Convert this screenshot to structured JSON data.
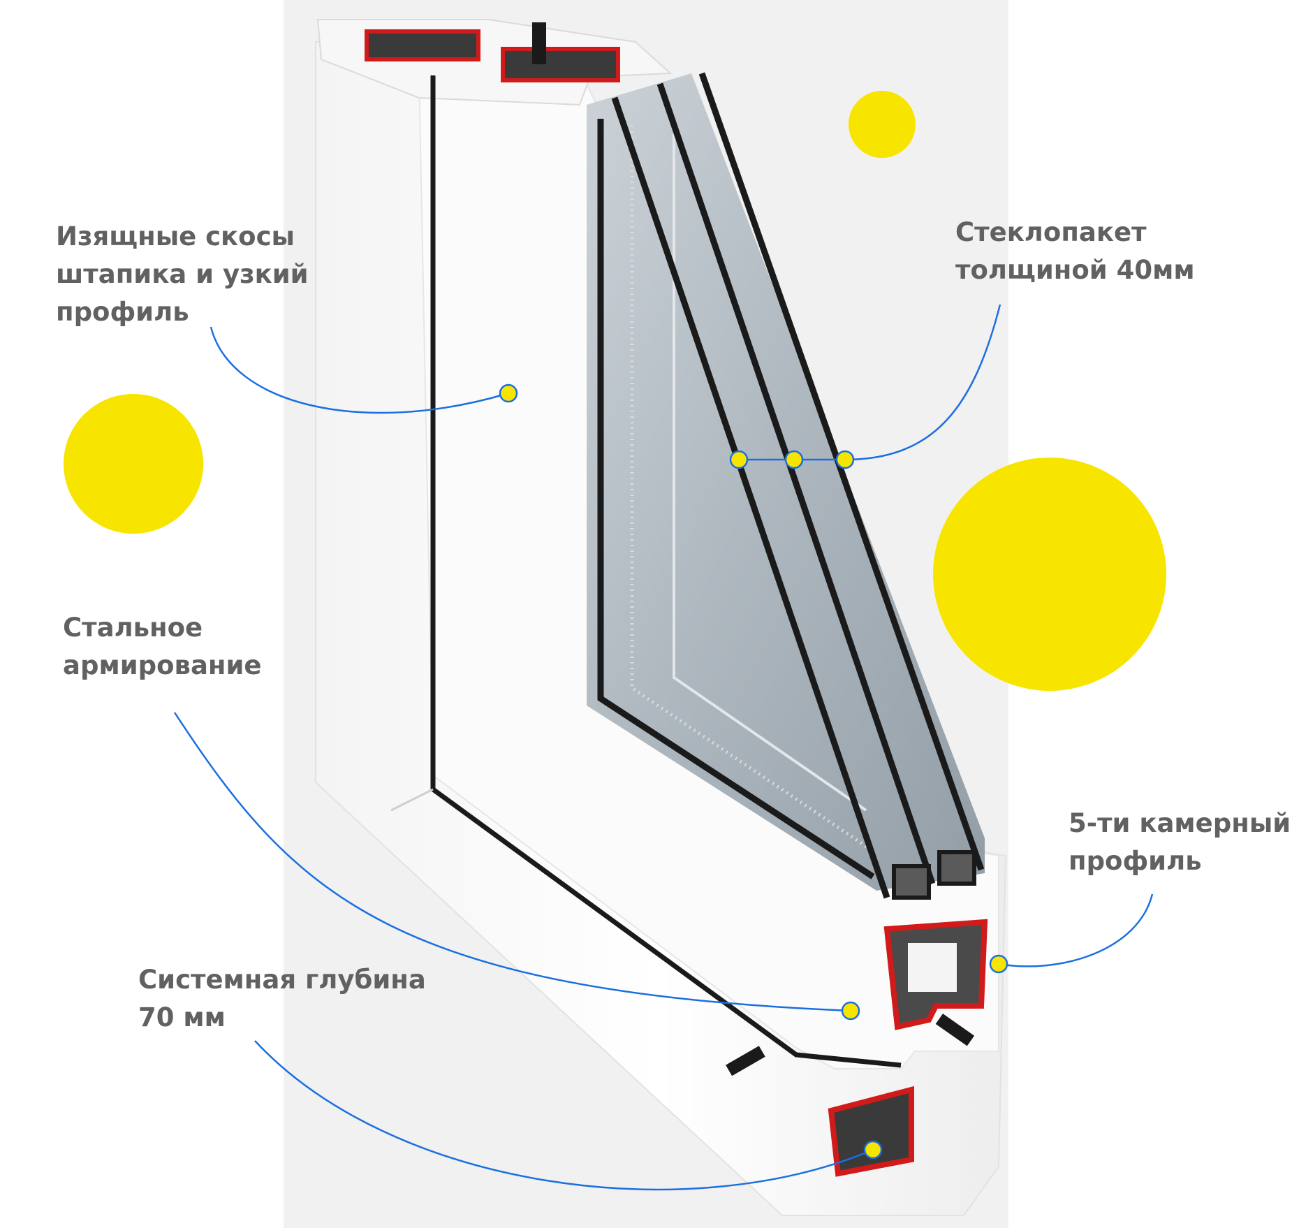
{
  "colors": {
    "accent_yellow": "#F7E500",
    "leader_line": "#1A6FE0",
    "label_text": "#616161",
    "frame_white": "#FFFFFF",
    "backdrop_grey": "#F1F1F1",
    "gasket_black": "#1A1A1A",
    "reinforcement_red": "#D11A1A",
    "glass_grey": "#AEB7BE"
  },
  "callouts": [
    {
      "id": "beading",
      "lines": [
        "Изящные скосы",
        "штапика и узкий",
        "профиль"
      ]
    },
    {
      "id": "glass",
      "lines": [
        "Стеклопакет",
        "толщиной 40мм"
      ]
    },
    {
      "id": "steel",
      "lines": [
        "Стальное",
        "армирование"
      ]
    },
    {
      "id": "chambers",
      "lines": [
        "5-ти камерный",
        "профиль"
      ]
    },
    {
      "id": "depth",
      "lines": [
        "Системная глубина",
        "70 мм"
      ]
    }
  ]
}
